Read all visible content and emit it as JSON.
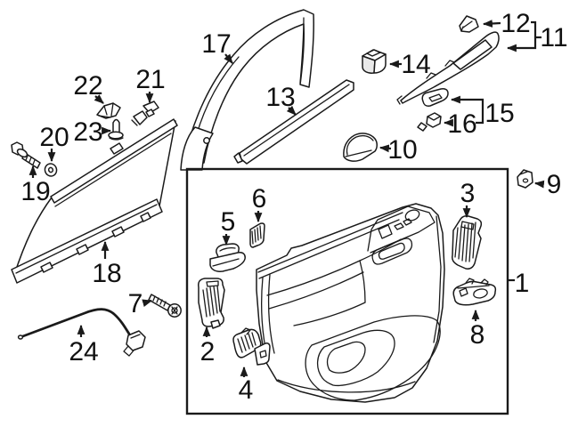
{
  "figure": {
    "background": "#ffffff",
    "line_color": "#1a1a1a",
    "callouts": {
      "1": "1",
      "2": "2",
      "3": "3",
      "4": "4",
      "5": "5",
      "6": "6",
      "7": "7",
      "8": "8",
      "9": "9",
      "10": "10",
      "11": "11",
      "12": "12",
      "13": "13",
      "14": "14",
      "15": "15",
      "16": "16",
      "17": "17",
      "18": "18",
      "19": "19",
      "20": "20",
      "21": "21",
      "22": "22",
      "23": "23",
      "24": "24"
    }
  }
}
